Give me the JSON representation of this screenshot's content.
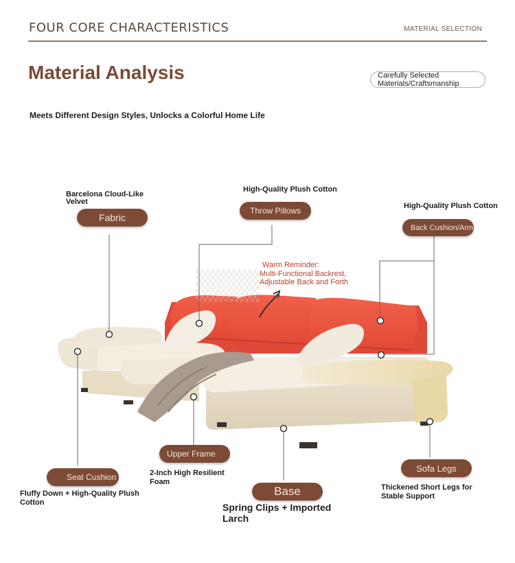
{
  "header": {
    "section_title": "FOUR CORE CHARACTERISTICS",
    "section_tag": "MATERIAL SELECTION"
  },
  "main": {
    "title": "Material Analysis",
    "subtitle": "Meets Different Design Styles, Unlocks a Colorful Home Life",
    "badge": "Carefully Selected Materials/Craftsmanship"
  },
  "callouts": {
    "fabric": {
      "label": "Fabric",
      "desc": "Barcelona Cloud-Like Velvet"
    },
    "throw_pillows": {
      "label": "Throw Pillows",
      "desc": "High-Quality Plush Cotton"
    },
    "back_cushion": {
      "label": "Back Cushion/Armrest",
      "desc": "High-Quality Plush Cotton"
    },
    "seat_cushion": {
      "label": "Seat Cushion",
      "desc": "Fluffy Down + High-Quality Plush Cotton"
    },
    "upper_frame": {
      "label": "Upper Frame",
      "desc": "2-Inch High Resilient Foam"
    },
    "base": {
      "label": "Base",
      "desc": "Spring Clips + Imported Larch"
    },
    "sofa_legs": {
      "label": "Sofa Legs",
      "desc": "Thickened Short Legs for Stable Support"
    }
  },
  "warm_reminder": {
    "title": "Warm Reminder:",
    "line1": "Multi-Functional Backrest,",
    "line2": "Adjustable Back and Forth"
  },
  "colors": {
    "pill": "#7d4a35",
    "title": "#7a4a35",
    "backrest": "#ec5a44",
    "cushion": "#f2ead9",
    "reminder": "#b5402c"
  }
}
